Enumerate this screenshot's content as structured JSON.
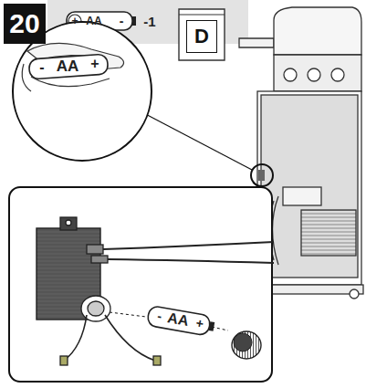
{
  "diagram": {
    "nodes": [
      {
        "text": [
          "20"
        ]
      },
      {
        "text": [
          "D"
        ]
      }
    ],
    "labels": [
      "+",
      "AA",
      "-",
      "-1",
      "-",
      "AA",
      "+",
      "-",
      "AA",
      "+"
    ]
  }
}
